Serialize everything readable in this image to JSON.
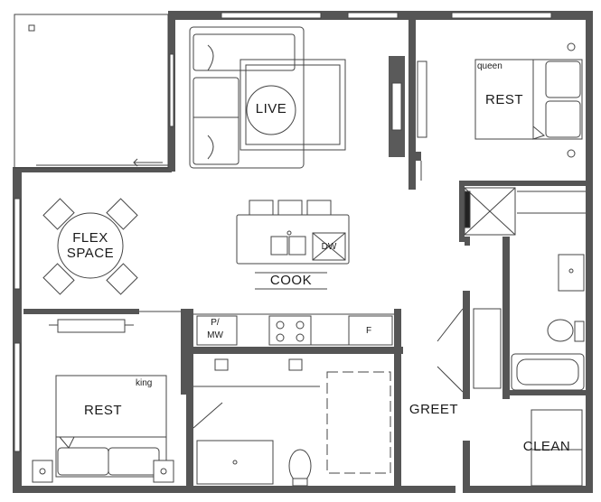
{
  "plan": {
    "rooms": {
      "live": "LIVE",
      "rest_primary": "REST",
      "rest_secondary": "REST",
      "flex": "FLEX\nSPACE",
      "flex_line1": "FLEX",
      "flex_line2": "SPACE",
      "cook": "COOK",
      "greet": "GREET",
      "clean": "CLEAN"
    },
    "beds": {
      "queen": "queen",
      "king": "king"
    },
    "appliances": {
      "dishwasher": "DW",
      "microwave_line1": "P/",
      "microwave_line2": "MW",
      "fridge": "F"
    },
    "colors": {
      "wall": "#4a4a4a",
      "line": "#333333",
      "fill_dark": "#5a5a5a"
    }
  }
}
